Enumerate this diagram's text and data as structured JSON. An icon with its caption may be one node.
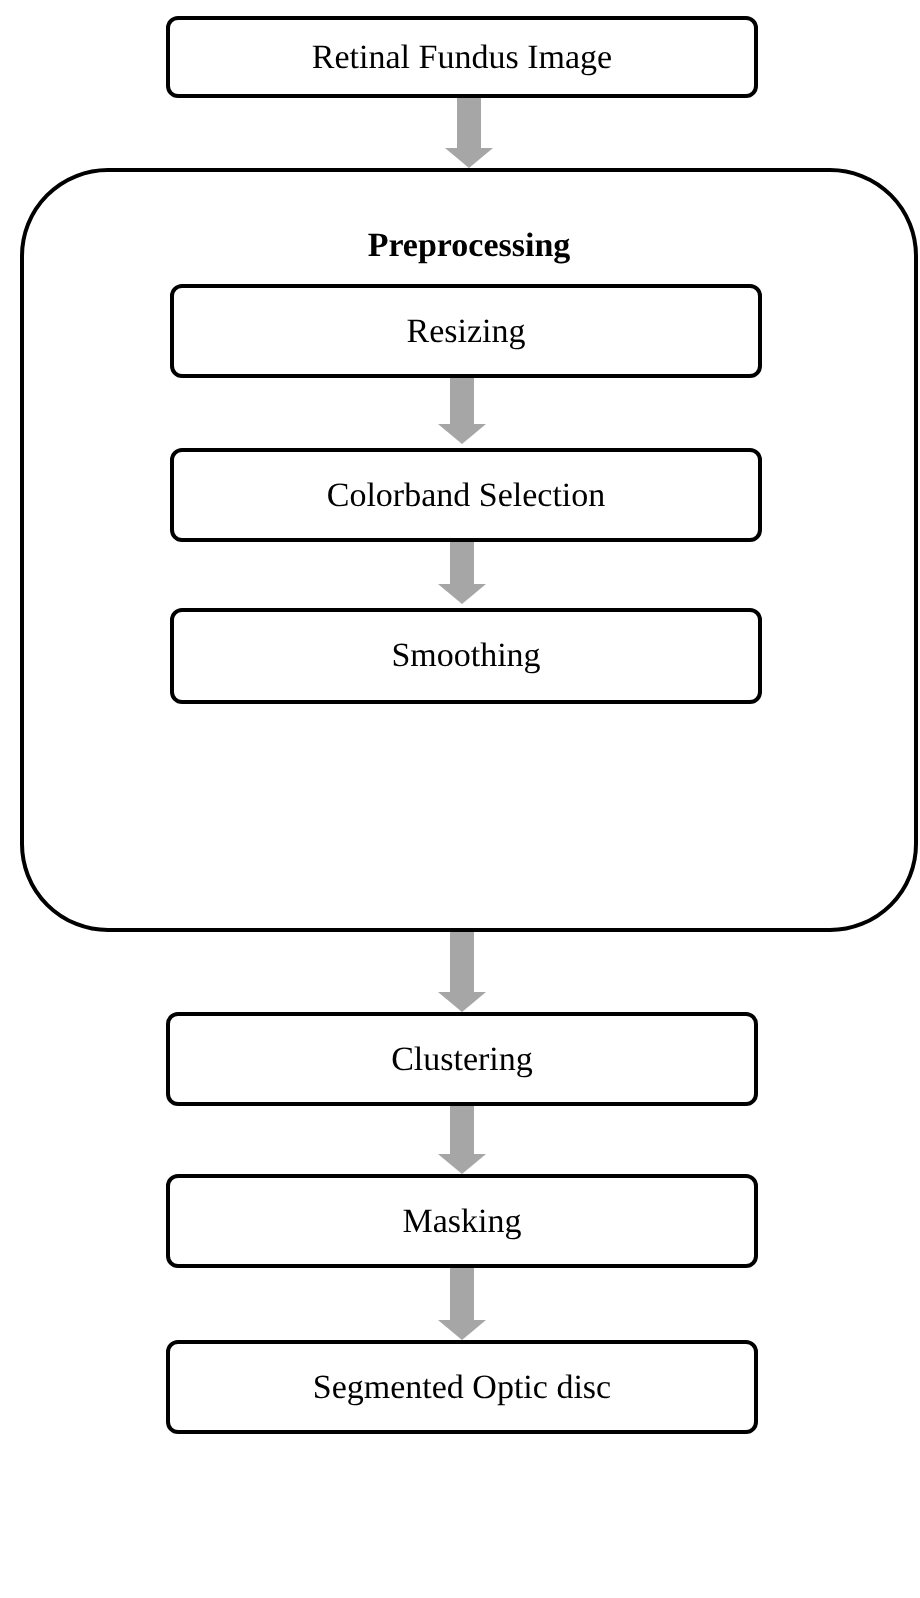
{
  "diagram": {
    "nodes": [
      {
        "text": [
          "Retinal Fundus Image"
        ]
      },
      {
        "text": [
          "Preprocessing"
        ]
      },
      {
        "text": [
          "Resizing"
        ],
        "in": 1
      },
      {
        "text": [
          "Colorband Selection"
        ],
        "in": 1
      },
      {
        "text": [
          "Smoothing"
        ],
        "in": 1
      },
      {
        "text": [
          "Clustering"
        ]
      },
      {
        "text": [
          "Masking"
        ]
      },
      {
        "text": [
          "Segmented Optic disc"
        ]
      }
    ],
    "edges": [
      {
        "from": 0,
        "to": 1,
        "arrow": "to"
      },
      {
        "from": 2,
        "to": 3,
        "arrow": "to"
      },
      {
        "from": 3,
        "to": 4,
        "arrow": "to"
      },
      {
        "from": 1,
        "to": 5,
        "arrow": "to"
      },
      {
        "from": 5,
        "to": 6,
        "arrow": "to"
      },
      {
        "from": 6,
        "to": 7,
        "arrow": "to"
      }
    ]
  }
}
